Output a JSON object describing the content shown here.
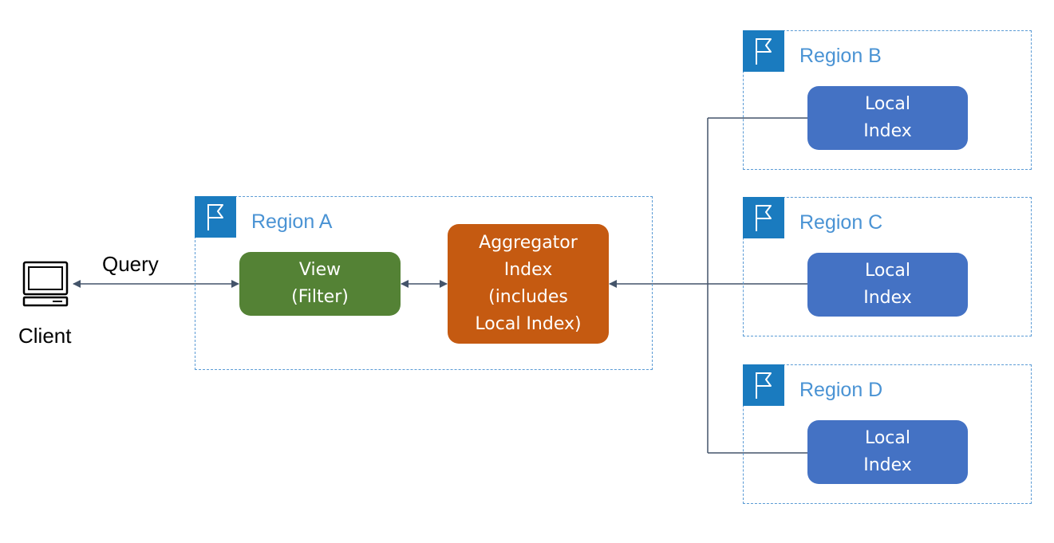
{
  "client": {
    "label": "Client",
    "icon": "laptop-icon"
  },
  "query_label": "Query",
  "region_icon": "flag-icon",
  "regions": [
    {
      "label": "Region A",
      "boxes": [
        {
          "lines": [
            "View",
            "(Filter)"
          ],
          "color": "#548235"
        },
        {
          "lines": [
            "Aggregator",
            "Index",
            "(includes",
            "Local Index)"
          ],
          "color": "#c55a11"
        }
      ]
    },
    {
      "label": "Region B",
      "boxes": [
        {
          "lines": [
            "Local",
            "Index"
          ],
          "color": "#4472c4"
        }
      ]
    },
    {
      "label": "Region C",
      "boxes": [
        {
          "lines": [
            "Local",
            "Index"
          ],
          "color": "#4472c4"
        }
      ]
    },
    {
      "label": "Region D",
      "boxes": [
        {
          "lines": [
            "Local",
            "Index"
          ],
          "color": "#4472c4"
        }
      ]
    }
  ],
  "colors": {
    "region_border": "#5b9bd5",
    "region_flag": "#1a7bbf",
    "region_label": "#4a93d4",
    "connector": "#44546a"
  }
}
